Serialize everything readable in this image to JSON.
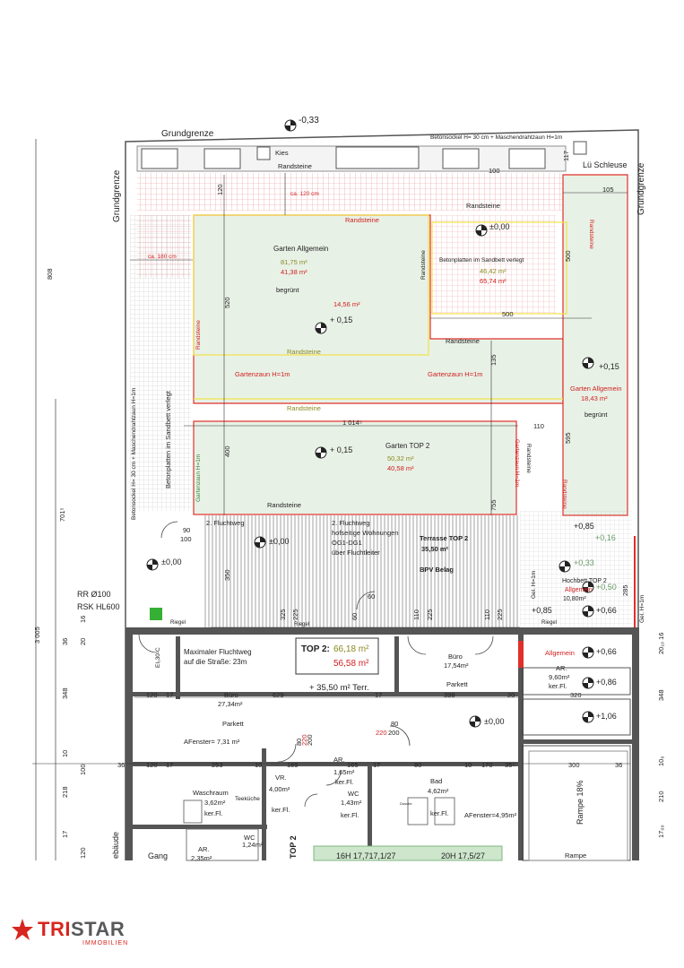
{
  "plan": {
    "labels": {
      "grundgrenze_top": "Grundgrenze",
      "grundgrenze_left": "Grundgrenze",
      "grundgrenze_right": "Grundgrenze",
      "elev_top": "-0,33",
      "sockel_top": "Betonsockel H= 30 cm + Maschendrahtzaun H=1m",
      "kies": "Kies",
      "randsteine_top": "Randsteine",
      "lue_schleuse": "Lü Schleuse",
      "dim_100": "100",
      "dim_105": "105",
      "dim_117": "117",
      "ca120": "ca. 120 cm",
      "ca180": "ca. 180 cm",
      "dim_120": "120",
      "dim_5a": "5",
      "randsteine_left_garden": "Randsteine",
      "randsteine_right_top": "Randsteine",
      "elev_00_top": "±0,00",
      "garten_allgemein": "Garten Allgemein",
      "area_8175": "81,75 m²",
      "area_4138": "41,38 m²",
      "begruent1": "begrünt",
      "betonplatten": "Betonplatten im Sandbett verlegt",
      "area_4642": "46,42 m²",
      "area_6574": "65,74 m²",
      "area_1456": "14,56 m²",
      "elev_015a": "+ 0,15",
      "randsteine_v1": "Randsteine",
      "randsteine_v2": "Randsteine",
      "dim_500a": "500",
      "dim_500b": "500",
      "dim_520": "520",
      "randsteine_mid": "Randsteine",
      "randsteine_mid2": "Randsteine",
      "gartenzaun1": "Gartenzaun H=1m",
      "gartenzaun2": "Gartenzaun H=1m",
      "dim_135": "135",
      "elev_015b": "+0,15",
      "garten_allgemein2": "Garten Allgemein",
      "area_1843": "18,43 m²",
      "begruent2": "begrünt",
      "randsteine_y": "Randsteine",
      "dim_1014": "1 014⁵",
      "dim_110": "110",
      "dim_595": "595",
      "elev_015c": "+ 0,15",
      "garten_top2": "Garten TOP 2",
      "area_5032": "50,32 m²",
      "area_4058": "40,58 m²",
      "dim_400": "400",
      "gartenzaun_v": "Gartenzaun H=1m",
      "gartenzaun_v2": "Gartenzaun H=1m",
      "randsteine_r": "Randsteine",
      "randsteine_r2": "Randsteine",
      "betonsockel_left": "Betonsockel H= 30 cm + Maschendrahtzaun H=1m",
      "betonplatten_left": "Betonplatten im Sandbett verlegt",
      "randsteine_bottom": "Randsteine",
      "dim_755": "755",
      "dim_808": "808",
      "dim_7015": "701⁵",
      "dim_3005": "3 005",
      "fluchtweg2": "2. Fluchtweg",
      "fluchtweg_text1": "2. Fluchtweg",
      "fluchtweg_text2": "hofseitige Wohnungen",
      "fluchtweg_text3": "OG1-DG1",
      "fluchtweg_text4": "über Fluchtleiter",
      "terrasse_top2": "Terrasse TOP 2",
      "area_3550": "35,50 m²",
      "bpv": "BPV Belag",
      "elev_00_terr": "±0,00",
      "elev_00_left": "±0,00",
      "dim_90": "90",
      "dim_100b": "100",
      "dim_350": "350",
      "dim_60": "60",
      "dim_325": "325",
      "dim_225a": "225",
      "dim_110b": "110",
      "dim_225b": "225",
      "dim_110c": "110",
      "dim_225c": "225",
      "dim_60b": "60",
      "riegel1": "Riegel",
      "riegel2": "Riegel",
      "riegel3": "Riegel",
      "rr": "RR Ø100",
      "rsk": "RSK HL600",
      "elev_085a": "+0,85",
      "elev_016": "+0,16",
      "elev_033": "+0,33",
      "elev_050": "+0,50",
      "elev_066a": "+0,66",
      "elev_085b": "+0,85",
      "hochbett1": "Hochbett TOP 2",
      "hochbett2": "Allgemein",
      "area_1080": "10,80m²",
      "gel1": "Gel. H=1m",
      "gel2": "Gel. H=1m",
      "dim_285": "285",
      "top2_title": "TOP 2:",
      "top2_area1": "66,18 m²",
      "top2_area2": "56,58 m²",
      "top2_terr": "+ 35,50 m² Terr.",
      "max_flucht1": "Maximaler Fluchtweg",
      "max_flucht2": "auf die Straße: 23m",
      "buero1": "Büro",
      "buero1_area": "17,54m²",
      "allgemein": "Allgemein",
      "ar1": "AR.",
      "ar1_area": "9,60m²",
      "ar1_floor": "ker.Fl.",
      "elev_066b": "+0,66",
      "elev_086": "+0,86",
      "elev_106": "+1,06",
      "ei30": "EI₂30-C",
      "dim_120a": "120",
      "dim_17a": "17",
      "buero2": "Büro",
      "buero2_area": "27,34m²",
      "dim_629": "629",
      "dim_17b": "17",
      "parkett1": "Parkett",
      "dim_398": "398",
      "dim_20": "20",
      "dim_320": "320",
      "parkett2": "Parkett",
      "afenster1": "AFenster= 7,31 m²",
      "dim_80a": "80",
      "dim_220a": "220",
      "dim_200a": "200",
      "dim_80b": "80",
      "dim_200b": "200",
      "dim_220b": "220",
      "elev_00_b": "±0,00",
      "dim_36a": "36",
      "dim_120b": "120",
      "dim_17c": "17",
      "dim_253": "253",
      "dim_10": "10",
      "dim_189": "189",
      "dim_165": "165",
      "dim_17d": "17",
      "dim_80c": "80",
      "dim_10b": "10",
      "dim_170": "170",
      "dim_355": "35⁵",
      "dim_300": "300",
      "dim_36b": "36",
      "ar2": "AR.",
      "ar2_area": "1,65m²",
      "ar2_floor": "ker.Fl.",
      "vr": "VR.",
      "vr_area": "4,00m²",
      "vr_floor": "ker.Fl.",
      "wc": "WC",
      "wc_area": "1,43m²",
      "wc_floor": "ker.Fl.",
      "bad": "Bad",
      "bad_area": "4,62m²",
      "bad_floor": "ker.Fl.",
      "afenster2": "AFenster=4,95m²",
      "waschraum": "Waschraum",
      "waschraum_area": "3,62m²",
      "waschraum_floor": "ker.Fl.",
      "teekueche": "Teeküche",
      "rampe": "Rampe 18%",
      "rampe2": "Rampe",
      "gang": "Gang",
      "gebaeude": "ebäude",
      "ar3": "AR.",
      "ar3_area": "2,35m²",
      "wc2": "WC",
      "wc2_area": "1,24m²",
      "dusche": "Dusche",
      "stairs1": "16H 17,717,1/27",
      "stairs2": "20H 17,5/27",
      "top2_small": "TOP 2",
      "left_dim_36": "36",
      "left_dim_20": "20",
      "left_dim_16": "16",
      "left_dim_348": "348",
      "left_dim_10": "10",
      "left_dim_100": "100",
      "left_dim_218": "218",
      "left_dim_17": "17",
      "left_dim_120": "120",
      "right_dim_20": "20₁₀ 16",
      "right_dim_348": "348",
      "right_dim_10": "10₀",
      "right_dim_210": "210",
      "right_dim_17": "17₀₀"
    },
    "colors": {
      "garden_fill": "#e8f1e6",
      "garden_outline": "#e0302a",
      "yellow_line": "#f2e24a",
      "red_text": "#d11f1f",
      "green_text": "#3a8a3a",
      "grid_red": "#e06060",
      "grid_gray": "#9a9a9a"
    }
  },
  "logo": {
    "tri": "TRI",
    "star": "STAR",
    "sub": "IMMOBILIEN"
  }
}
